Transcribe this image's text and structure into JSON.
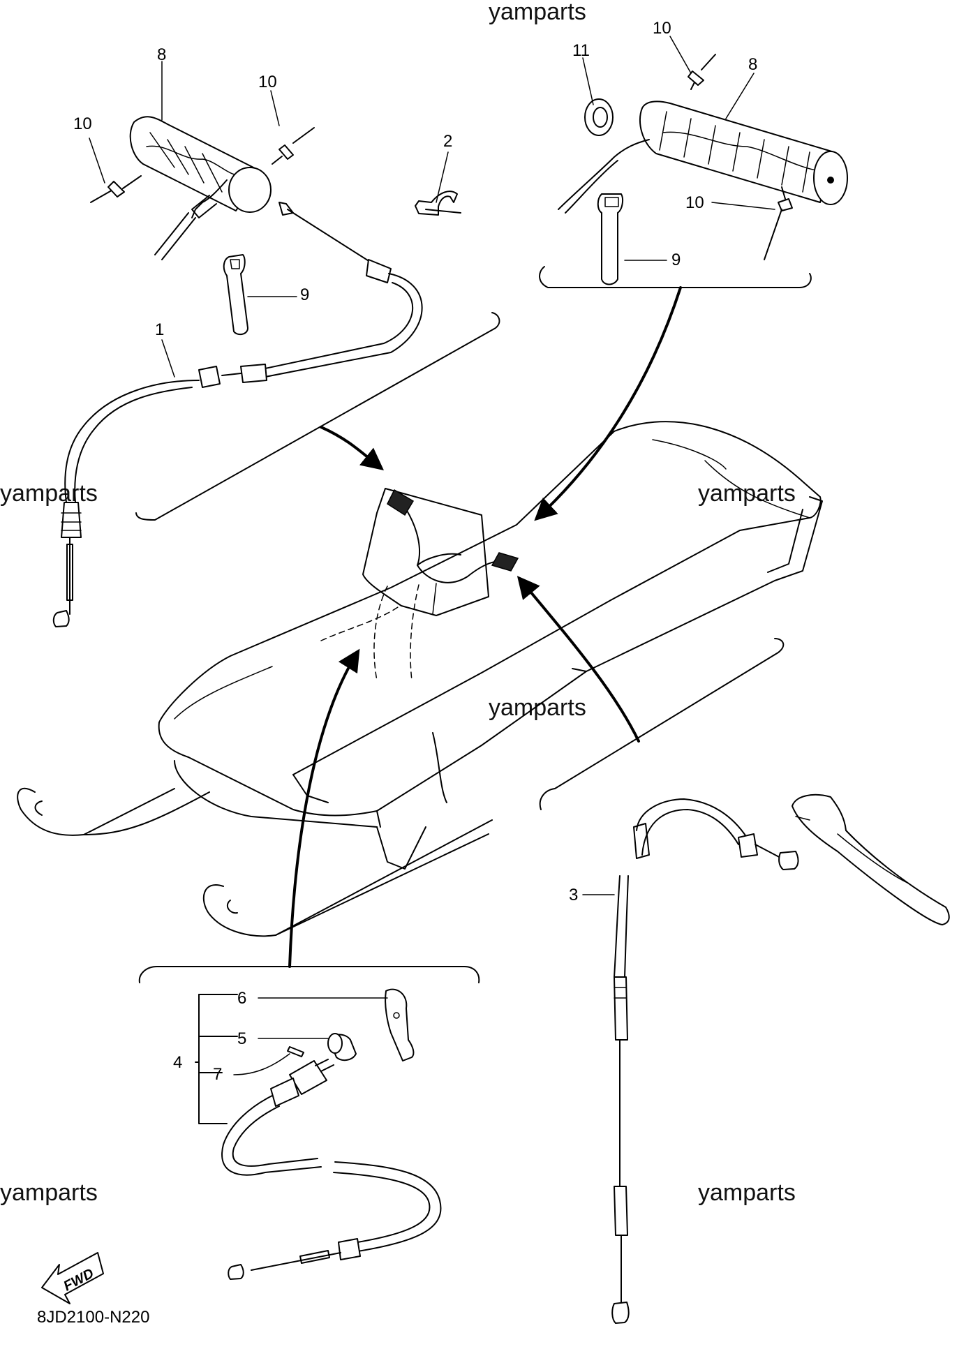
{
  "watermark": "yamparts",
  "diagram_code": "8JD2100-N220",
  "fwd_label": "FWD",
  "callouts": {
    "c1": "1",
    "c2": "2",
    "c3": "3",
    "c4": "4",
    "c5": "5",
    "c6": "6",
    "c7": "7",
    "c8a": "8",
    "c8b": "8",
    "c9a": "9",
    "c9b": "9",
    "c10a": "10",
    "c10b": "10",
    "c10c": "10",
    "c10d": "10",
    "c11": "11"
  }
}
